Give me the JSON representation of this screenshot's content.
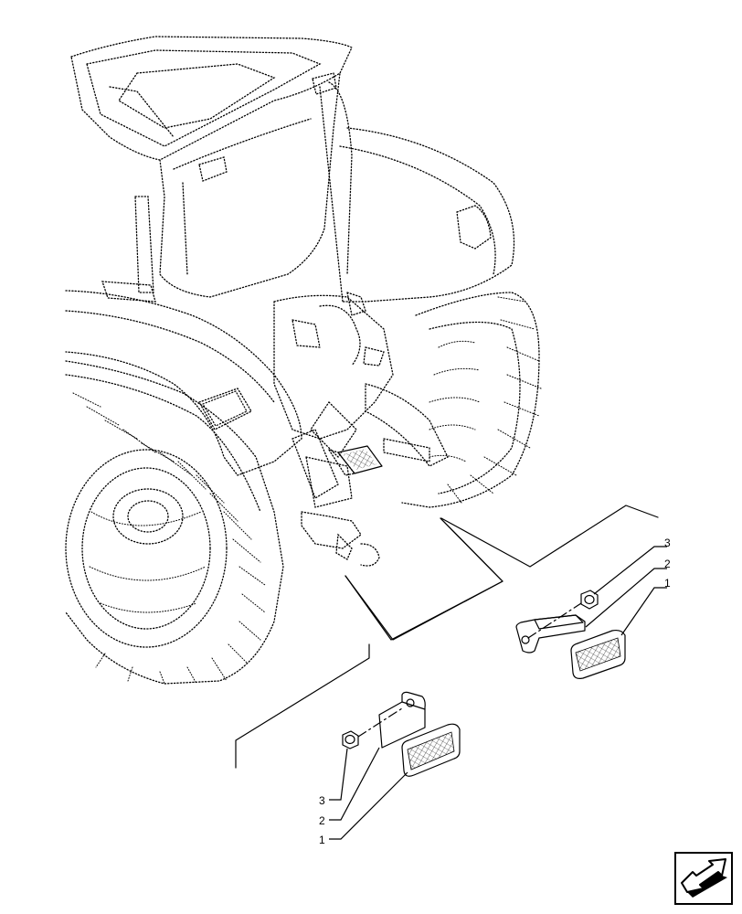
{
  "callouts": {
    "right_3": "3",
    "right_2": "2",
    "right_1": "1",
    "left_3": "3",
    "left_2": "2",
    "left_1": "1"
  },
  "parts": {
    "reflector": "reflector-pad",
    "bracket": "mounting-bracket",
    "nut": "nut"
  },
  "nav": {
    "icon": "next-page-arrow-icon"
  },
  "colors": {
    "ink": "#000000",
    "background": "#ffffff"
  }
}
